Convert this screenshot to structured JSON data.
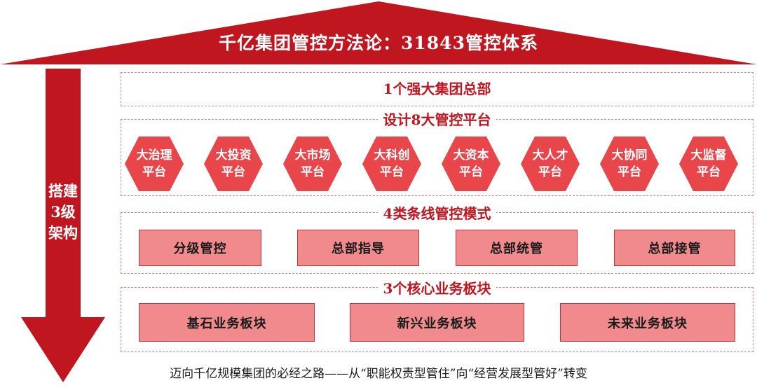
{
  "header": {
    "title": "千亿集团管控方法论：31843管控体系"
  },
  "side_arrow": {
    "lines": [
      "搭建",
      "3级",
      "架构"
    ]
  },
  "section1": {
    "title": "1个强大集团总部"
  },
  "section2": {
    "title": "设计8大管控平台",
    "platforms": [
      {
        "line1": "大治理",
        "line2": "平台"
      },
      {
        "line1": "大投资",
        "line2": "平台"
      },
      {
        "line1": "大市场",
        "line2": "平台"
      },
      {
        "line1": "大科创",
        "line2": "平台"
      },
      {
        "line1": "大资本",
        "line2": "平台"
      },
      {
        "line1": "大人才",
        "line2": "平台"
      },
      {
        "line1": "大协同",
        "line2": "平台"
      },
      {
        "line1": "大监督",
        "line2": "平台"
      }
    ]
  },
  "section3": {
    "title": "4类条线管控模式",
    "modes": [
      "分级管控",
      "总部指导",
      "总部统管",
      "总部接管"
    ]
  },
  "section4": {
    "title": "3个核心业务板块",
    "segments": [
      "基石业务板块",
      "新兴业务板块",
      "未来业务板块"
    ]
  },
  "caption": "迈向千亿规模集团的必经之路——从“职能权责型管住”向“经营发展型管好”转变",
  "colors": {
    "brand_red": "#c0161f",
    "pink_fill": "#f08a8c",
    "dash": "#d9857f",
    "hex_fill": "#e8464a"
  }
}
